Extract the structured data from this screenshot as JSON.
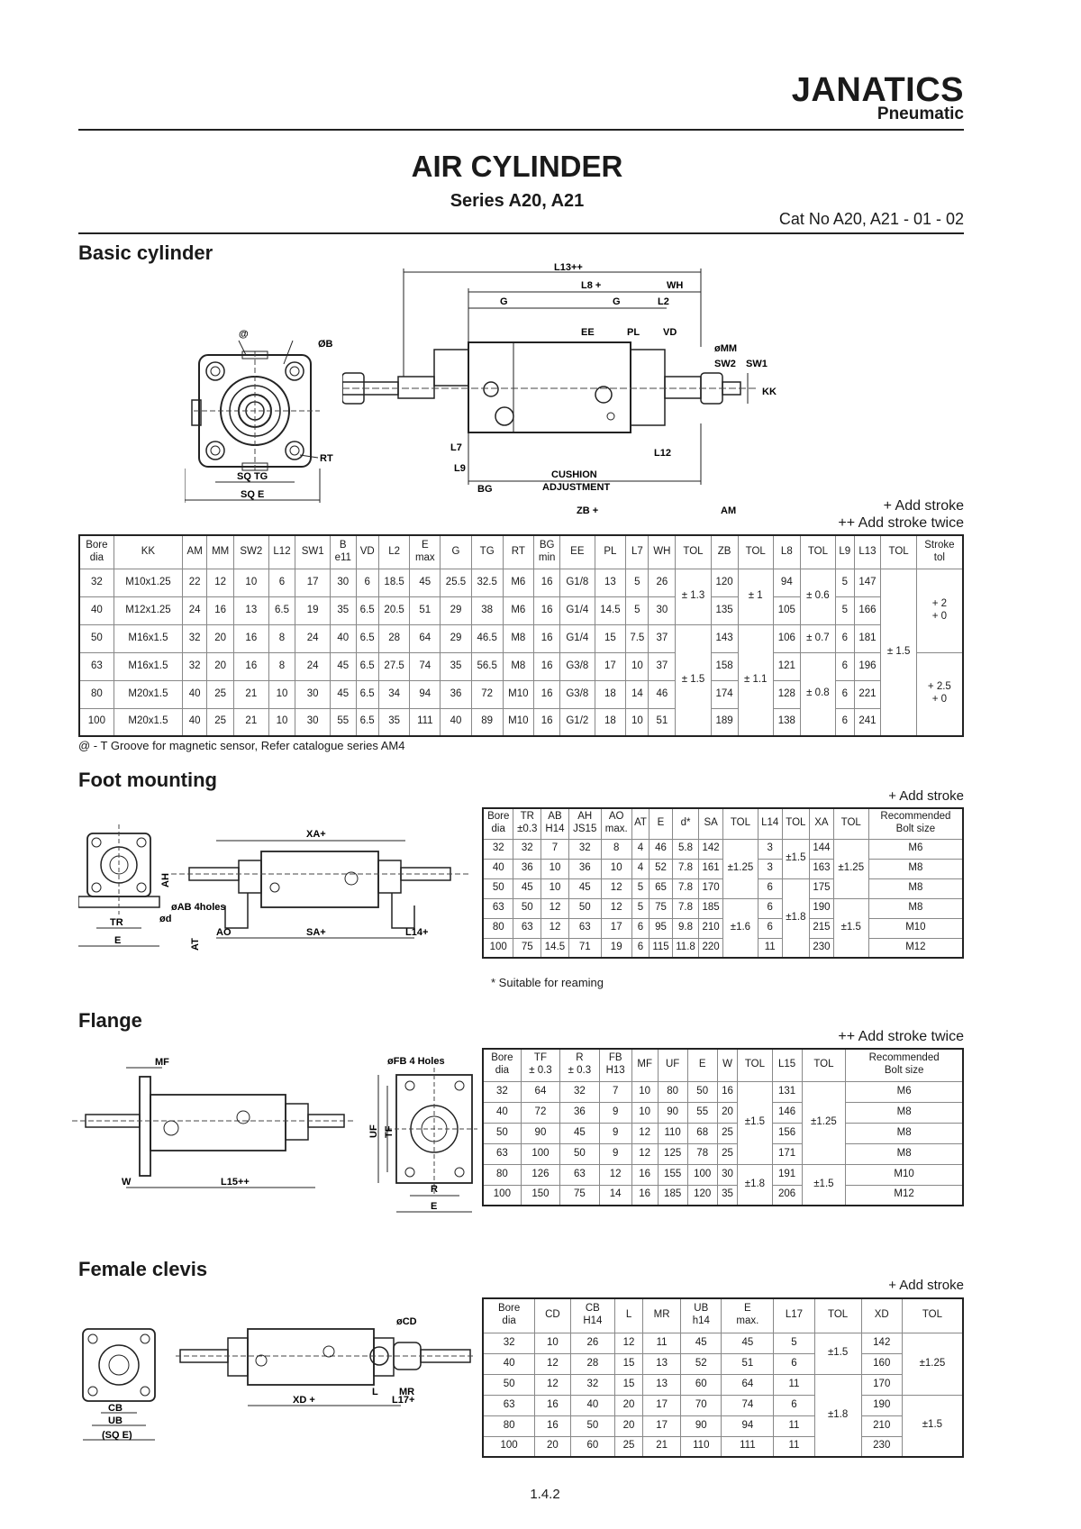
{
  "brand": {
    "name": "JANATICS",
    "sub": "Pneumatic"
  },
  "header": {
    "title": "AIR CYLINDER",
    "series": "Series  A20, A21",
    "cat_no": "Cat No A20, A21 - 01 - 02"
  },
  "basic": {
    "title": "Basic cylinder",
    "note_plus": "+  Add stroke",
    "note_plusplus": "++  Add stroke twice",
    "footnote": "@ - T Groove for magnetic sensor, Refer catalogue series AM4",
    "labels": {
      "l13": "L13++",
      "l8": "L8 +",
      "wh": "WH",
      "g1": "G",
      "g2": "G",
      "l2": "L2",
      "ee": "EE",
      "pl": "PL",
      "vd": "VD",
      "mm": "øMM",
      "sw2": "SW2",
      "sw1": "SW1",
      "kk": "KK",
      "at": "@",
      "b": "ØB",
      "rt": "RT",
      "sqtg": "SQ TG",
      "sqe": "SQ E",
      "l7": "L7",
      "l9": "L9",
      "bg": "BG",
      "cushion1": "CUSHION",
      "cushion2": "ADJUSTMENT",
      "l12": "L12",
      "zb": "ZB +",
      "am": "AM"
    },
    "head": [
      "Bore|dia",
      "KK",
      "AM",
      "MM",
      "SW2",
      "L12",
      "SW1",
      "B|e11",
      "VD",
      "L2",
      "E|max",
      "G",
      "TG",
      "RT",
      "BG|min",
      "EE",
      "PL",
      "L7",
      "WH",
      "TOL",
      "ZB",
      "TOL",
      "L8",
      "TOL",
      "L9",
      "L13",
      "TOL",
      "Stroke|tol"
    ],
    "rows": [
      [
        "32",
        "M10x1.25",
        "22",
        "12",
        "10",
        "6",
        "17",
        "30",
        "6",
        "18.5",
        "45",
        "25.5",
        "32.5",
        "M6",
        "16",
        "G1/8",
        "13",
        "5",
        "26",
        "120",
        "94",
        "5",
        "147"
      ],
      [
        "40",
        "M12x1.25",
        "24",
        "16",
        "13",
        "6.5",
        "19",
        "35",
        "6.5",
        "20.5",
        "51",
        "29",
        "38",
        "M6",
        "16",
        "G1/4",
        "14.5",
        "5",
        "30",
        "135",
        "105",
        "5",
        "166"
      ],
      [
        "50",
        "M16x1.5",
        "32",
        "20",
        "16",
        "8",
        "24",
        "40",
        "6.5",
        "28",
        "64",
        "29",
        "46.5",
        "M8",
        "16",
        "G1/4",
        "15",
        "7.5",
        "37",
        "143",
        "106",
        "6",
        "181"
      ],
      [
        "63",
        "M16x1.5",
        "32",
        "20",
        "16",
        "8",
        "24",
        "45",
        "6.5",
        "27.5",
        "74",
        "35",
        "56.5",
        "M8",
        "16",
        "G3/8",
        "17",
        "10",
        "37",
        "158",
        "121",
        "6",
        "196"
      ],
      [
        "80",
        "M20x1.5",
        "40",
        "25",
        "21",
        "10",
        "30",
        "45",
        "6.5",
        "34",
        "94",
        "36",
        "72",
        "M10",
        "16",
        "G3/8",
        "18",
        "14",
        "46",
        "174",
        "128",
        "6",
        "221"
      ],
      [
        "100",
        "M20x1.5",
        "40",
        "25",
        "21",
        "10",
        "30",
        "55",
        "6.5",
        "35",
        "111",
        "40",
        "89",
        "M10",
        "16",
        "G1/2",
        "18",
        "10",
        "51",
        "189",
        "138",
        "6",
        "241"
      ]
    ],
    "tol_wh": [
      "± 1.3",
      "± 1.5"
    ],
    "tol_zb": [
      "± 1",
      "± 1.1"
    ],
    "tol_l8": [
      "± 0.6",
      "± 0.7",
      "± 0.8"
    ],
    "tol_l13": "± 1.5",
    "stroke_tol": [
      "+ 2|+ 0",
      "+ 2.5|+ 0"
    ]
  },
  "foot": {
    "title": "Foot mounting",
    "note": "+  Add  stroke",
    "footnote": "* Suitable for reaming",
    "labels": {
      "xa": "XA+",
      "ah": "AH",
      "ab": "øAB 4holes",
      "d": "ød",
      "at": "AT",
      "ao": "AO",
      "sa": "SA+",
      "l14": "L14+",
      "tr": "TR",
      "e": "E"
    },
    "head": [
      "Bore|dia",
      "TR|±0.3",
      "AB|H14",
      "AH|JS15",
      "AO|max.",
      "AT",
      "E",
      "d*",
      "SA",
      "TOL",
      "L14",
      "TOL",
      "XA",
      "TOL",
      "Recommended|Bolt size"
    ],
    "rows": [
      [
        "32",
        "32",
        "7",
        "32",
        "8",
        "4",
        "46",
        "5.8",
        "142",
        "3",
        "144",
        "M6"
      ],
      [
        "40",
        "36",
        "10",
        "36",
        "10",
        "4",
        "52",
        "7.8",
        "161",
        "3",
        "163",
        "M8"
      ],
      [
        "50",
        "45",
        "10",
        "45",
        "12",
        "5",
        "65",
        "7.8",
        "170",
        "6",
        "175",
        "M8"
      ],
      [
        "63",
        "50",
        "12",
        "50",
        "12",
        "5",
        "75",
        "7.8",
        "185",
        "6",
        "190",
        "M8"
      ],
      [
        "80",
        "63",
        "12",
        "63",
        "17",
        "6",
        "95",
        "9.8",
        "210",
        "6",
        "215",
        "M10"
      ],
      [
        "100",
        "75",
        "14.5",
        "71",
        "19",
        "6",
        "115",
        "11.8",
        "220",
        "11",
        "230",
        "M12"
      ]
    ],
    "tol_sa": [
      "±1.25",
      "±1.6"
    ],
    "tol_l14": [
      "±1.5",
      "±1.8"
    ],
    "tol_xa": [
      "±1.25",
      "±1.5"
    ]
  },
  "flange": {
    "title": "Flange",
    "note": "++  Add stroke twice",
    "labels": {
      "mf": "MF",
      "w": "W",
      "l15": "L15++",
      "fb": "øFB 4 Holes",
      "uf": "UF",
      "tf": "TF",
      "r": "R",
      "e": "E"
    },
    "head": [
      "Bore|dia",
      "TF|± 0.3",
      "R|± 0.3",
      "FB|H13",
      "MF",
      "UF",
      "E",
      "W",
      "TOL",
      "L15",
      "TOL",
      "Recommended|Bolt size"
    ],
    "rows": [
      [
        "32",
        "64",
        "32",
        "7",
        "10",
        "80",
        "50",
        "16",
        "131",
        "M6"
      ],
      [
        "40",
        "72",
        "36",
        "9",
        "10",
        "90",
        "55",
        "20",
        "146",
        "M8"
      ],
      [
        "50",
        "90",
        "45",
        "9",
        "12",
        "110",
        "68",
        "25",
        "156",
        "M8"
      ],
      [
        "63",
        "100",
        "50",
        "9",
        "12",
        "125",
        "78",
        "25",
        "171",
        "M8"
      ],
      [
        "80",
        "126",
        "63",
        "12",
        "16",
        "155",
        "100",
        "30",
        "191",
        "M10"
      ],
      [
        "100",
        "150",
        "75",
        "14",
        "16",
        "185",
        "120",
        "35",
        "206",
        "M12"
      ]
    ],
    "tol_w": [
      "±1.5",
      "±1.8"
    ],
    "tol_l15": [
      "±1.25",
      "±1.5"
    ]
  },
  "clevis": {
    "title": "Female clevis",
    "note": "+  Add  stroke",
    "labels": {
      "cd": "øCD",
      "cb": "CB",
      "ub": "UB",
      "sqe": "(SQ E)",
      "mr": "MR",
      "l": "L",
      "xd": "XD +",
      "l17": "L17+"
    },
    "head": [
      "Bore|dia",
      "CD",
      "CB|H14",
      "L",
      "MR",
      "UB|h14",
      "E|max.",
      "L17",
      "TOL",
      "XD",
      "TOL"
    ],
    "rows": [
      [
        "32",
        "10",
        "26",
        "12",
        "11",
        "45",
        "45",
        "5",
        "142"
      ],
      [
        "40",
        "12",
        "28",
        "15",
        "13",
        "52",
        "51",
        "6",
        "160"
      ],
      [
        "50",
        "12",
        "32",
        "15",
        "13",
        "60",
        "64",
        "11",
        "170"
      ],
      [
        "63",
        "16",
        "40",
        "20",
        "17",
        "70",
        "74",
        "6",
        "190"
      ],
      [
        "80",
        "16",
        "50",
        "20",
        "17",
        "90",
        "94",
        "11",
        "210"
      ],
      [
        "100",
        "20",
        "60",
        "25",
        "21",
        "110",
        "111",
        "11",
        "230"
      ]
    ],
    "tol_l17": [
      "±1.5",
      "±1.8"
    ],
    "tol_xd": [
      "±1.25",
      "±1.5"
    ]
  },
  "page_number": "1.4.2"
}
